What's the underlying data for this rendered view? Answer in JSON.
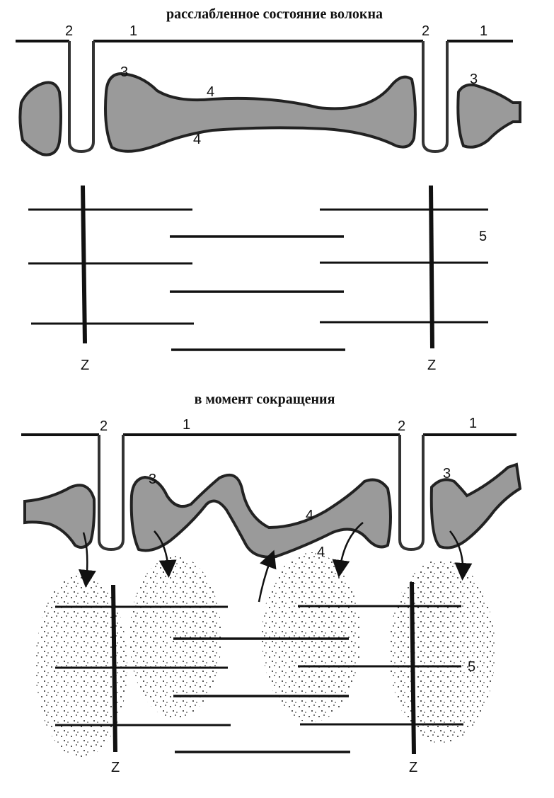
{
  "panels": [
    {
      "title": "расслабленное состояние волокна",
      "labels": {
        "one_a": "1",
        "one_b": "1",
        "two_a": "2",
        "two_b": "2",
        "three_a": "3",
        "three_b": "3",
        "four_top": "4",
        "four_bottom": "4",
        "five": "5",
        "z_left": "Z",
        "z_right": "Z"
      }
    },
    {
      "title": "в момент сокращения",
      "labels": {
        "one_a": "1",
        "one_b": "1",
        "two_a": "2",
        "two_b": "2",
        "three_a": "3",
        "three_b": "3",
        "four_top": "4",
        "four_bottom": "4",
        "five": "5",
        "z_left": "Z",
        "z_right": "Z"
      }
    }
  ]
}
